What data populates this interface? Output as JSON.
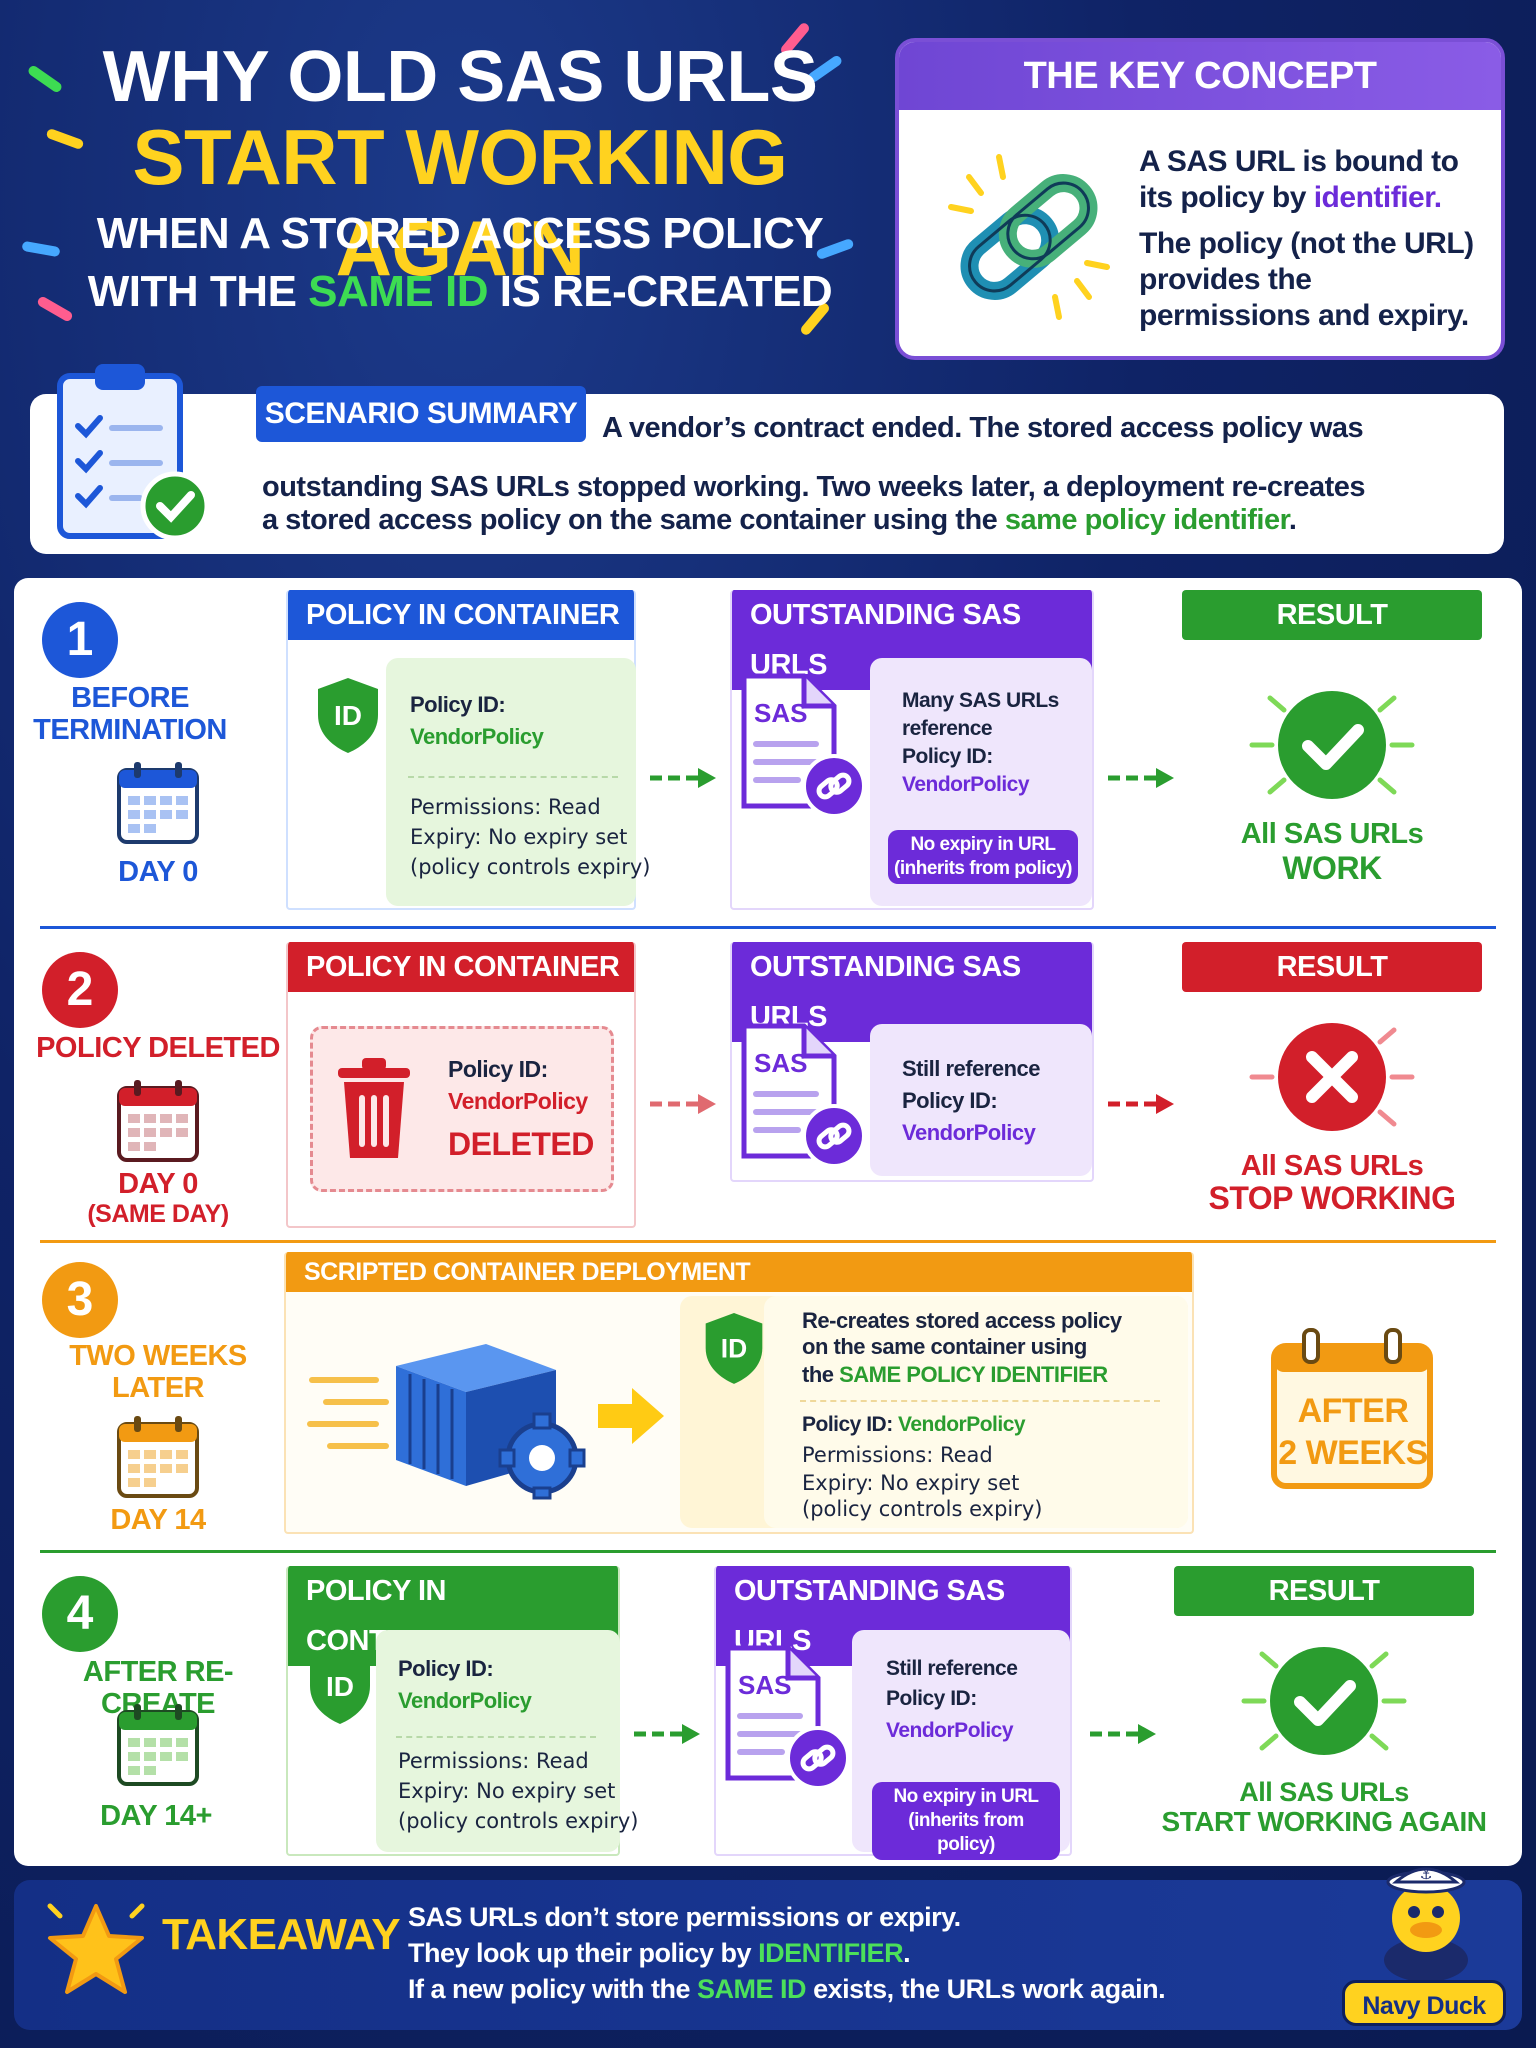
{
  "header": {
    "title_line1": "WHY OLD SAS URLS",
    "title_line2": "START WORKING AGAIN",
    "title_line3a": "WHEN A STORED ACCESS POLICY",
    "title_line3b_pre": "WITH THE ",
    "title_line3b_green": "SAME ID",
    "title_line3b_post": " IS RE-CREATED"
  },
  "key_concept": {
    "heading": "THE KEY CONCEPT",
    "text1_pre": "A SAS URL is bound to its policy by ",
    "text1_highlight": "identifier.",
    "text2": "The policy (not the URL) provides the permissions and expiry.",
    "icon": "chain-link-icon"
  },
  "scenario": {
    "tag": "SCENARIO SUMMARY",
    "line1": "A vendor’s contract ended. The stored access policy was",
    "line2": "outstanding SAS URLs stopped working. Two weeks later, a deployment re-creates",
    "line3_pre": "a stored access policy on the same container using the ",
    "line3_green": "same policy identifier",
    "line3_post": ".",
    "icon": "clipboard-check-icon"
  },
  "steps": [
    {
      "num": "1",
      "label": "BEFORE TERMINATION",
      "day": "DAY 0",
      "policy_head": "POLICY IN CONTAINER",
      "policy_id_label": "Policy ID:",
      "policy_id": "VendorPolicy",
      "permissions": "Permissions: Read",
      "expiry": "Expiry: No expiry set",
      "expiry_note": "(policy controls expiry)",
      "sas_head": "OUTSTANDING SAS URLS",
      "sas_text1": "Many SAS URLs",
      "sas_text2": "reference",
      "sas_text3": "Policy ID:",
      "sas_policy": "VendorPolicy",
      "sas_pill1": "No expiry in URL",
      "sas_pill2": "(inherits from policy)",
      "sas_doc_label": "SAS",
      "result_head": "RESULT",
      "result1": "All SAS URLs",
      "result2": "WORK"
    },
    {
      "num": "2",
      "label": "POLICY DELETED",
      "day": "DAY 0",
      "day_note": "(SAME DAY)",
      "policy_head": "POLICY IN CONTAINER",
      "policy_id_label": "Policy ID:",
      "policy_id": "VendorPolicy",
      "deleted": "DELETED",
      "sas_head": "OUTSTANDING SAS URLS",
      "sas_text1": "Still reference",
      "sas_text2": "Policy ID:",
      "sas_policy": "VendorPolicy",
      "sas_doc_label": "SAS",
      "result_head": "RESULT",
      "result1": "All SAS URLs",
      "result2": "STOP WORKING"
    },
    {
      "num": "3",
      "label": "TWO WEEKS LATER",
      "day": "DAY 14",
      "deploy_head": "SCRIPTED CONTAINER DEPLOYMENT",
      "deploy_text1": "Re-creates stored access policy",
      "deploy_text2": "on the same container using",
      "deploy_text3_pre": "the ",
      "deploy_text3_green": "SAME POLICY IDENTIFIER",
      "policy_id_label": "Policy ID: ",
      "policy_id": "VendorPolicy",
      "permissions": "Permissions: Read",
      "expiry": "Expiry: No expiry set",
      "expiry_note": "(policy controls expiry)",
      "after1": "AFTER",
      "after2": "2 WEEKS"
    },
    {
      "num": "4",
      "label": "AFTER RE-CREATE",
      "day": "DAY 14+",
      "policy_head": "POLICY IN CONTAINER",
      "policy_id_label": "Policy ID:",
      "policy_id": "VendorPolicy",
      "permissions": "Permissions: Read",
      "expiry": "Expiry: No expiry set",
      "expiry_note": "(policy controls expiry)",
      "sas_head": "OUTSTANDING SAS URLS",
      "sas_text1": "Still reference",
      "sas_text2": "Policy ID:",
      "sas_policy": "VendorPolicy",
      "sas_pill1": "No expiry in URL",
      "sas_pill2": "(inherits from policy)",
      "sas_doc_label": "SAS",
      "result_head": "RESULT",
      "result1": "All SAS URLs",
      "result2": "START WORKING AGAIN"
    }
  ],
  "shield_label": "ID",
  "takeaway": {
    "label": "TAKEAWAY",
    "line1": "SAS URLs don’t store permissions or expiry.",
    "line2_pre": "They look up their policy by ",
    "line2_green": "IDENTIFIER",
    "line2_post": ".",
    "line3_pre": "If a new policy with the ",
    "line3_green": "SAME ID",
    "line3_post": " exists, the URLs work again.",
    "brand": "Navy Duck"
  },
  "colors": {
    "blue": "#1d57d8",
    "red": "#d21f2a",
    "orange": "#f29a12",
    "green": "#2a9d2f",
    "purple": "#6c2bd9",
    "yellow": "#ffd21f"
  }
}
